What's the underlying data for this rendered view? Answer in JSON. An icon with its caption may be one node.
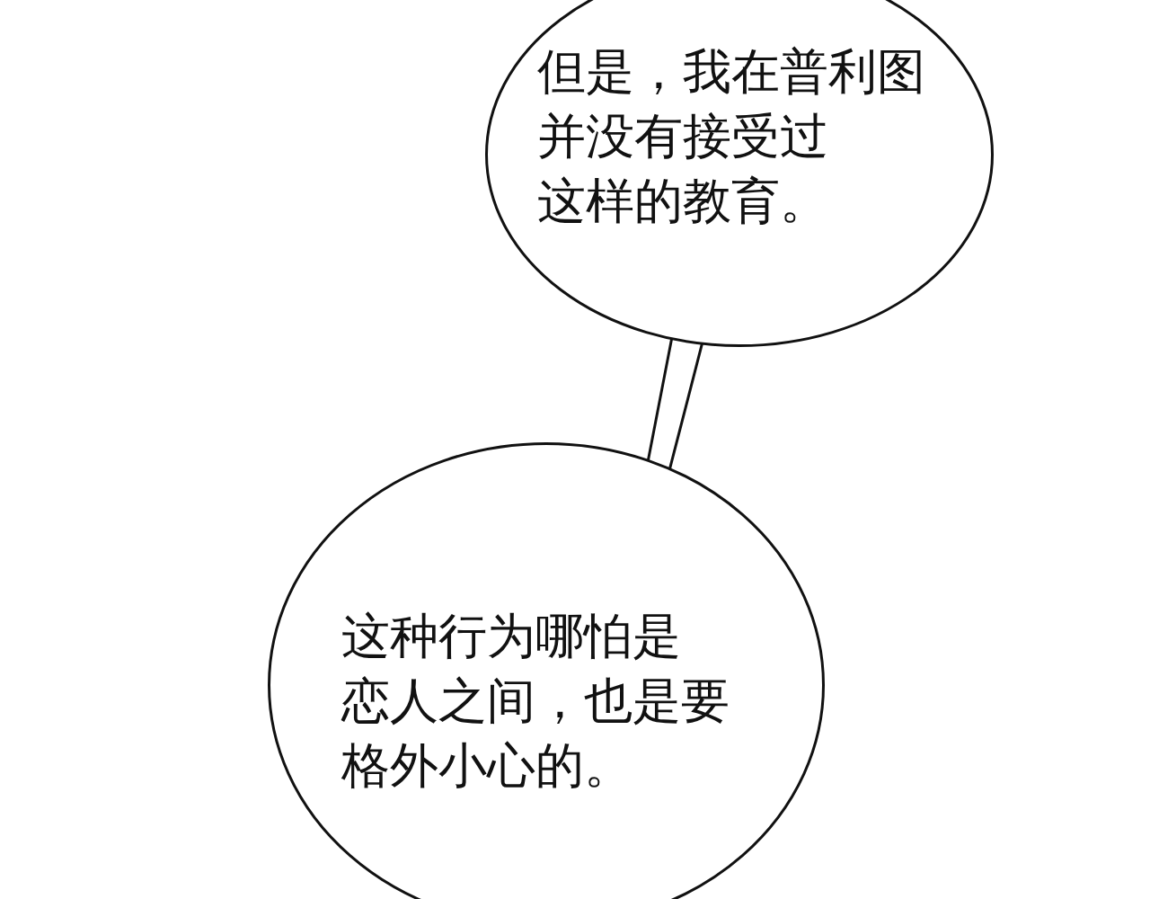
{
  "diagram": {
    "nodes": [
      {
        "text": [
          "但是，我在普利图并没有接受过这样的教育。"
        ]
      },
      {
        "text": [
          "这种行为哪怕是恋人之间，也是要格外小心的。"
        ]
      }
    ],
    "edges": [
      {
        "from": 0,
        "to": 1,
        "arrow": "none"
      }
    ]
  }
}
